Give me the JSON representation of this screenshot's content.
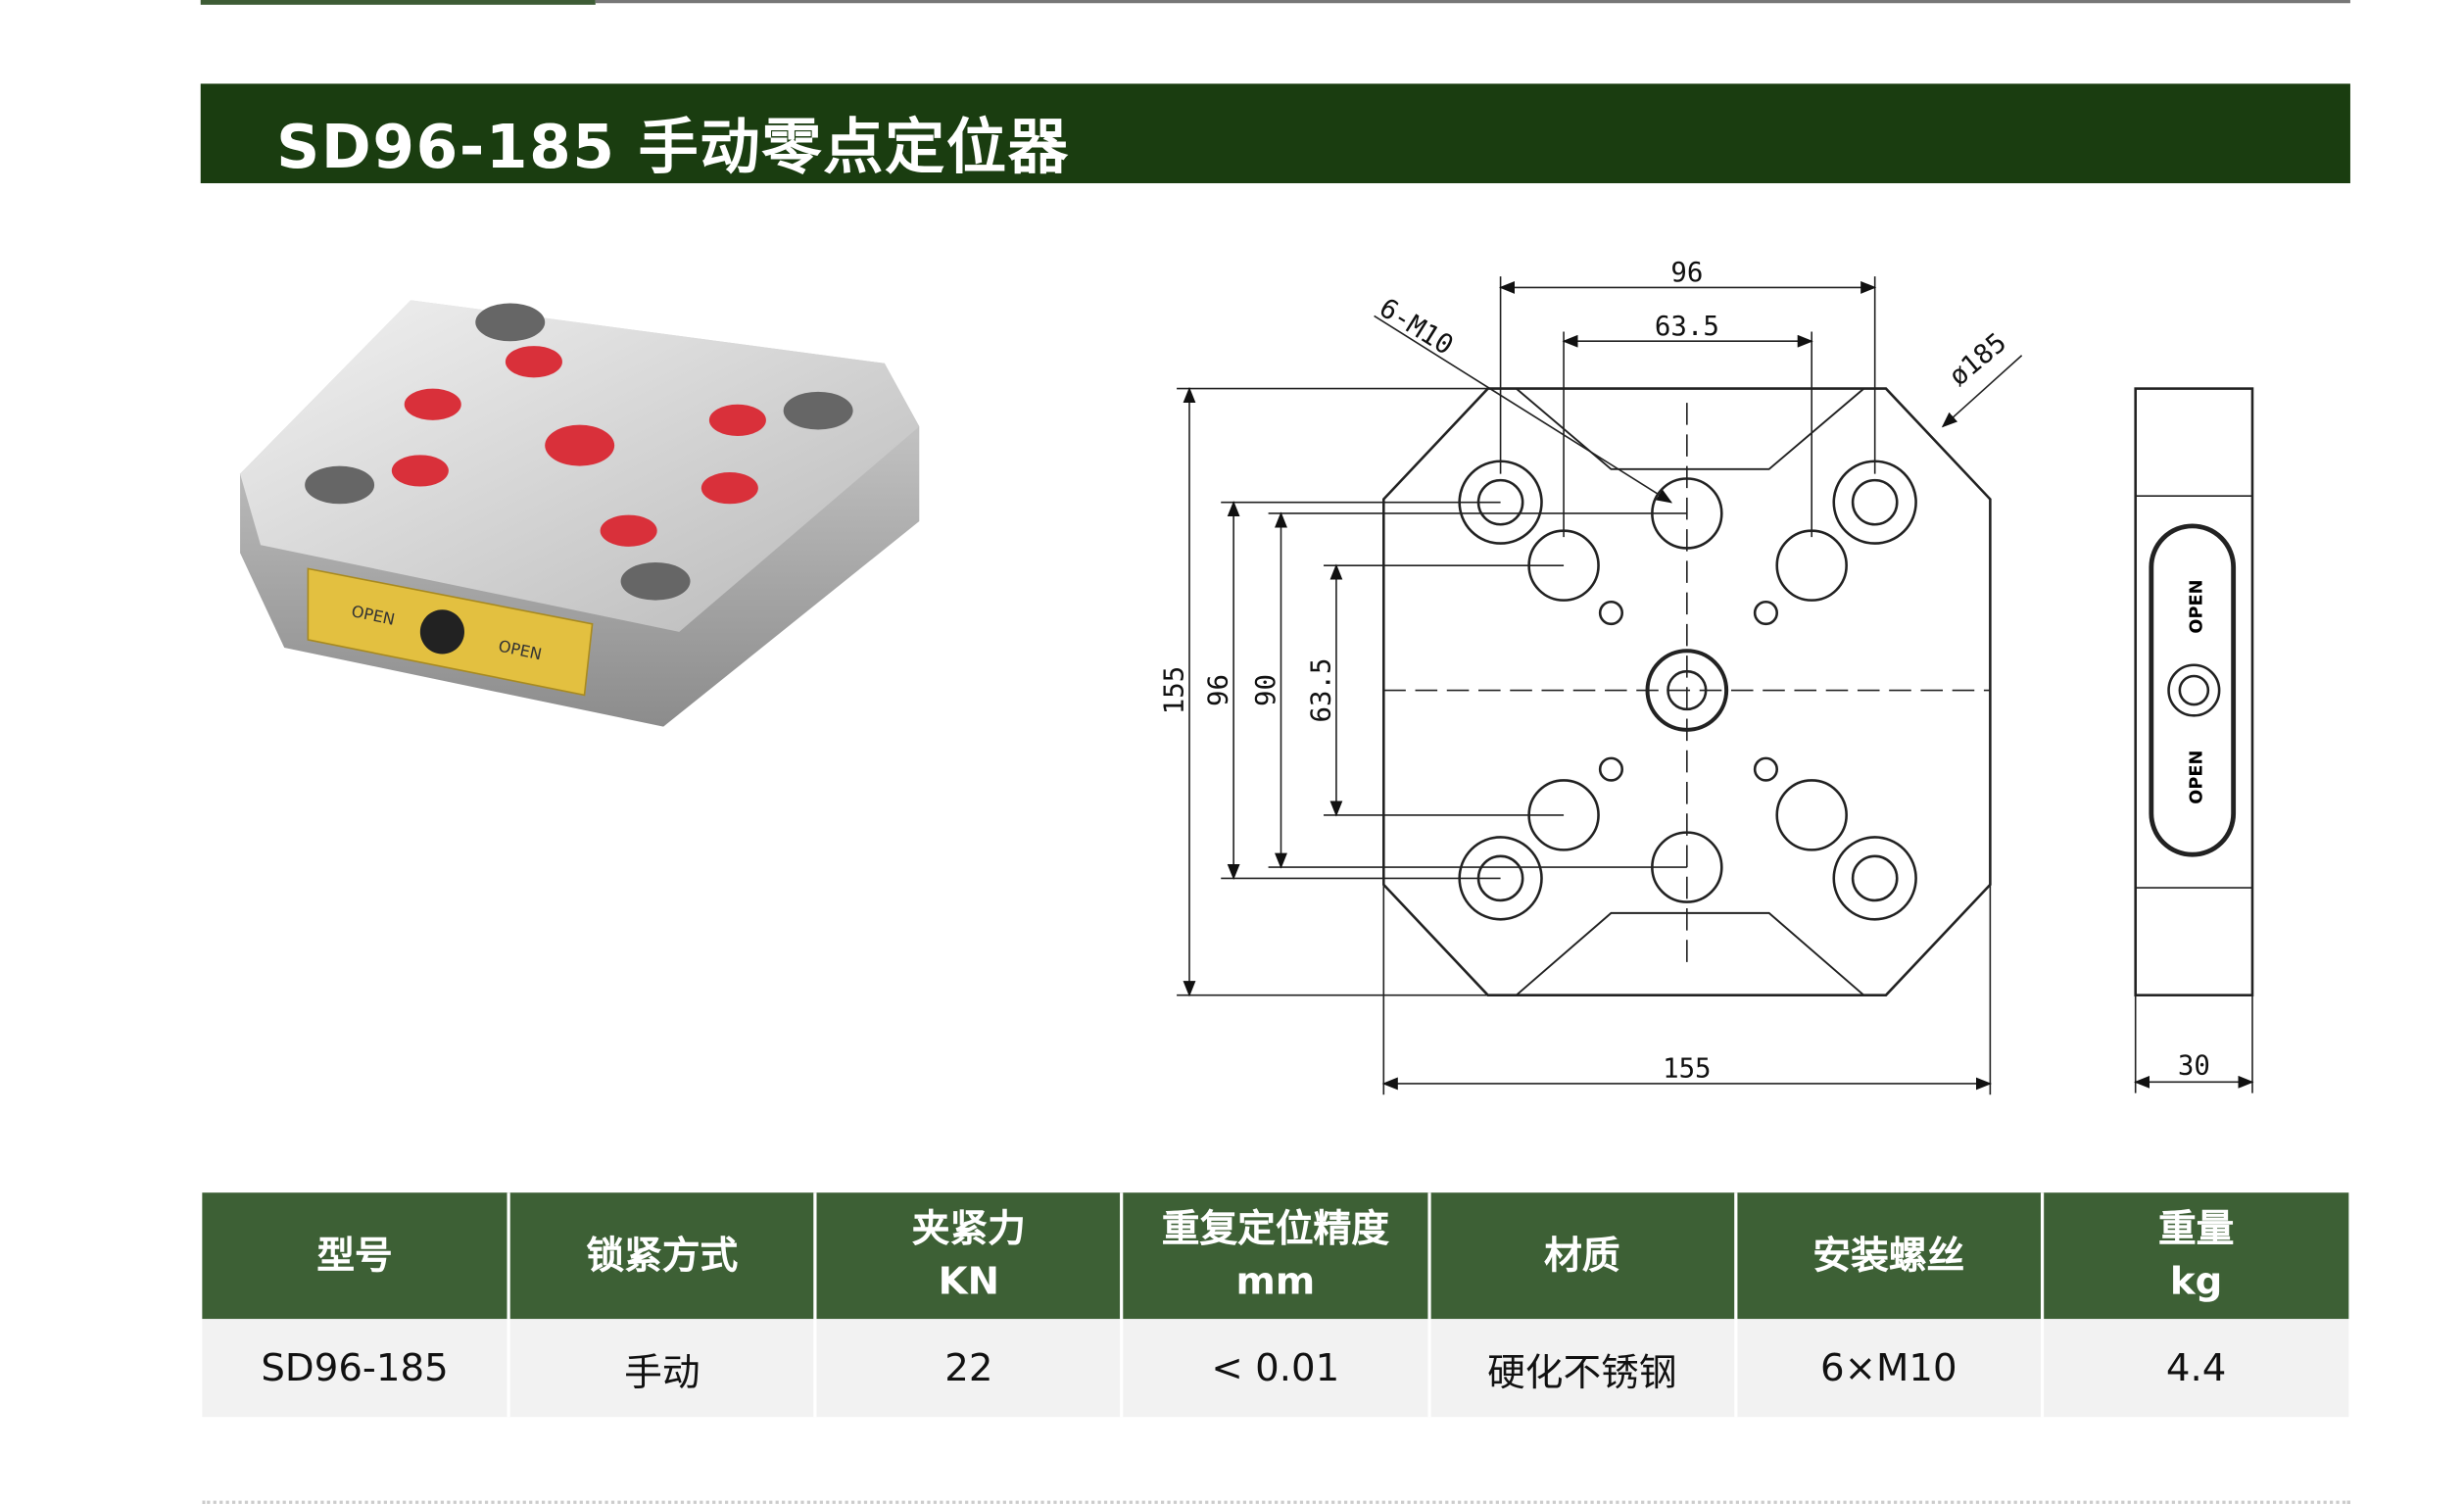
{
  "title": "SD96-185 手动零点定位器",
  "drawing": {
    "dims": {
      "top_96": "96",
      "top_63_5": "63.5",
      "thread": "6-M10",
      "diameter": "ø185",
      "left_155": "155",
      "left_96": "96",
      "left_90": "90",
      "left_63_5": "63.5",
      "bottom_155": "155",
      "side_30": "30"
    },
    "open_label": "OPEN"
  },
  "photo": {
    "open_label": "OPEN"
  },
  "table": {
    "headers": [
      [
        "型号",
        ""
      ],
      [
        "锁紧方式",
        ""
      ],
      [
        "夹紧力",
        "KN"
      ],
      [
        "重复定位精度",
        "mm"
      ],
      [
        "材质",
        ""
      ],
      [
        "安装螺丝",
        ""
      ],
      [
        "重量",
        "kg"
      ]
    ],
    "row": [
      "SD96-185",
      "手动",
      "22",
      "< 0.01",
      "硬化不锈钢",
      "6×M10",
      "4.4"
    ]
  },
  "colors": {
    "banner": "#1a3d10",
    "header": "#3d6035"
  }
}
